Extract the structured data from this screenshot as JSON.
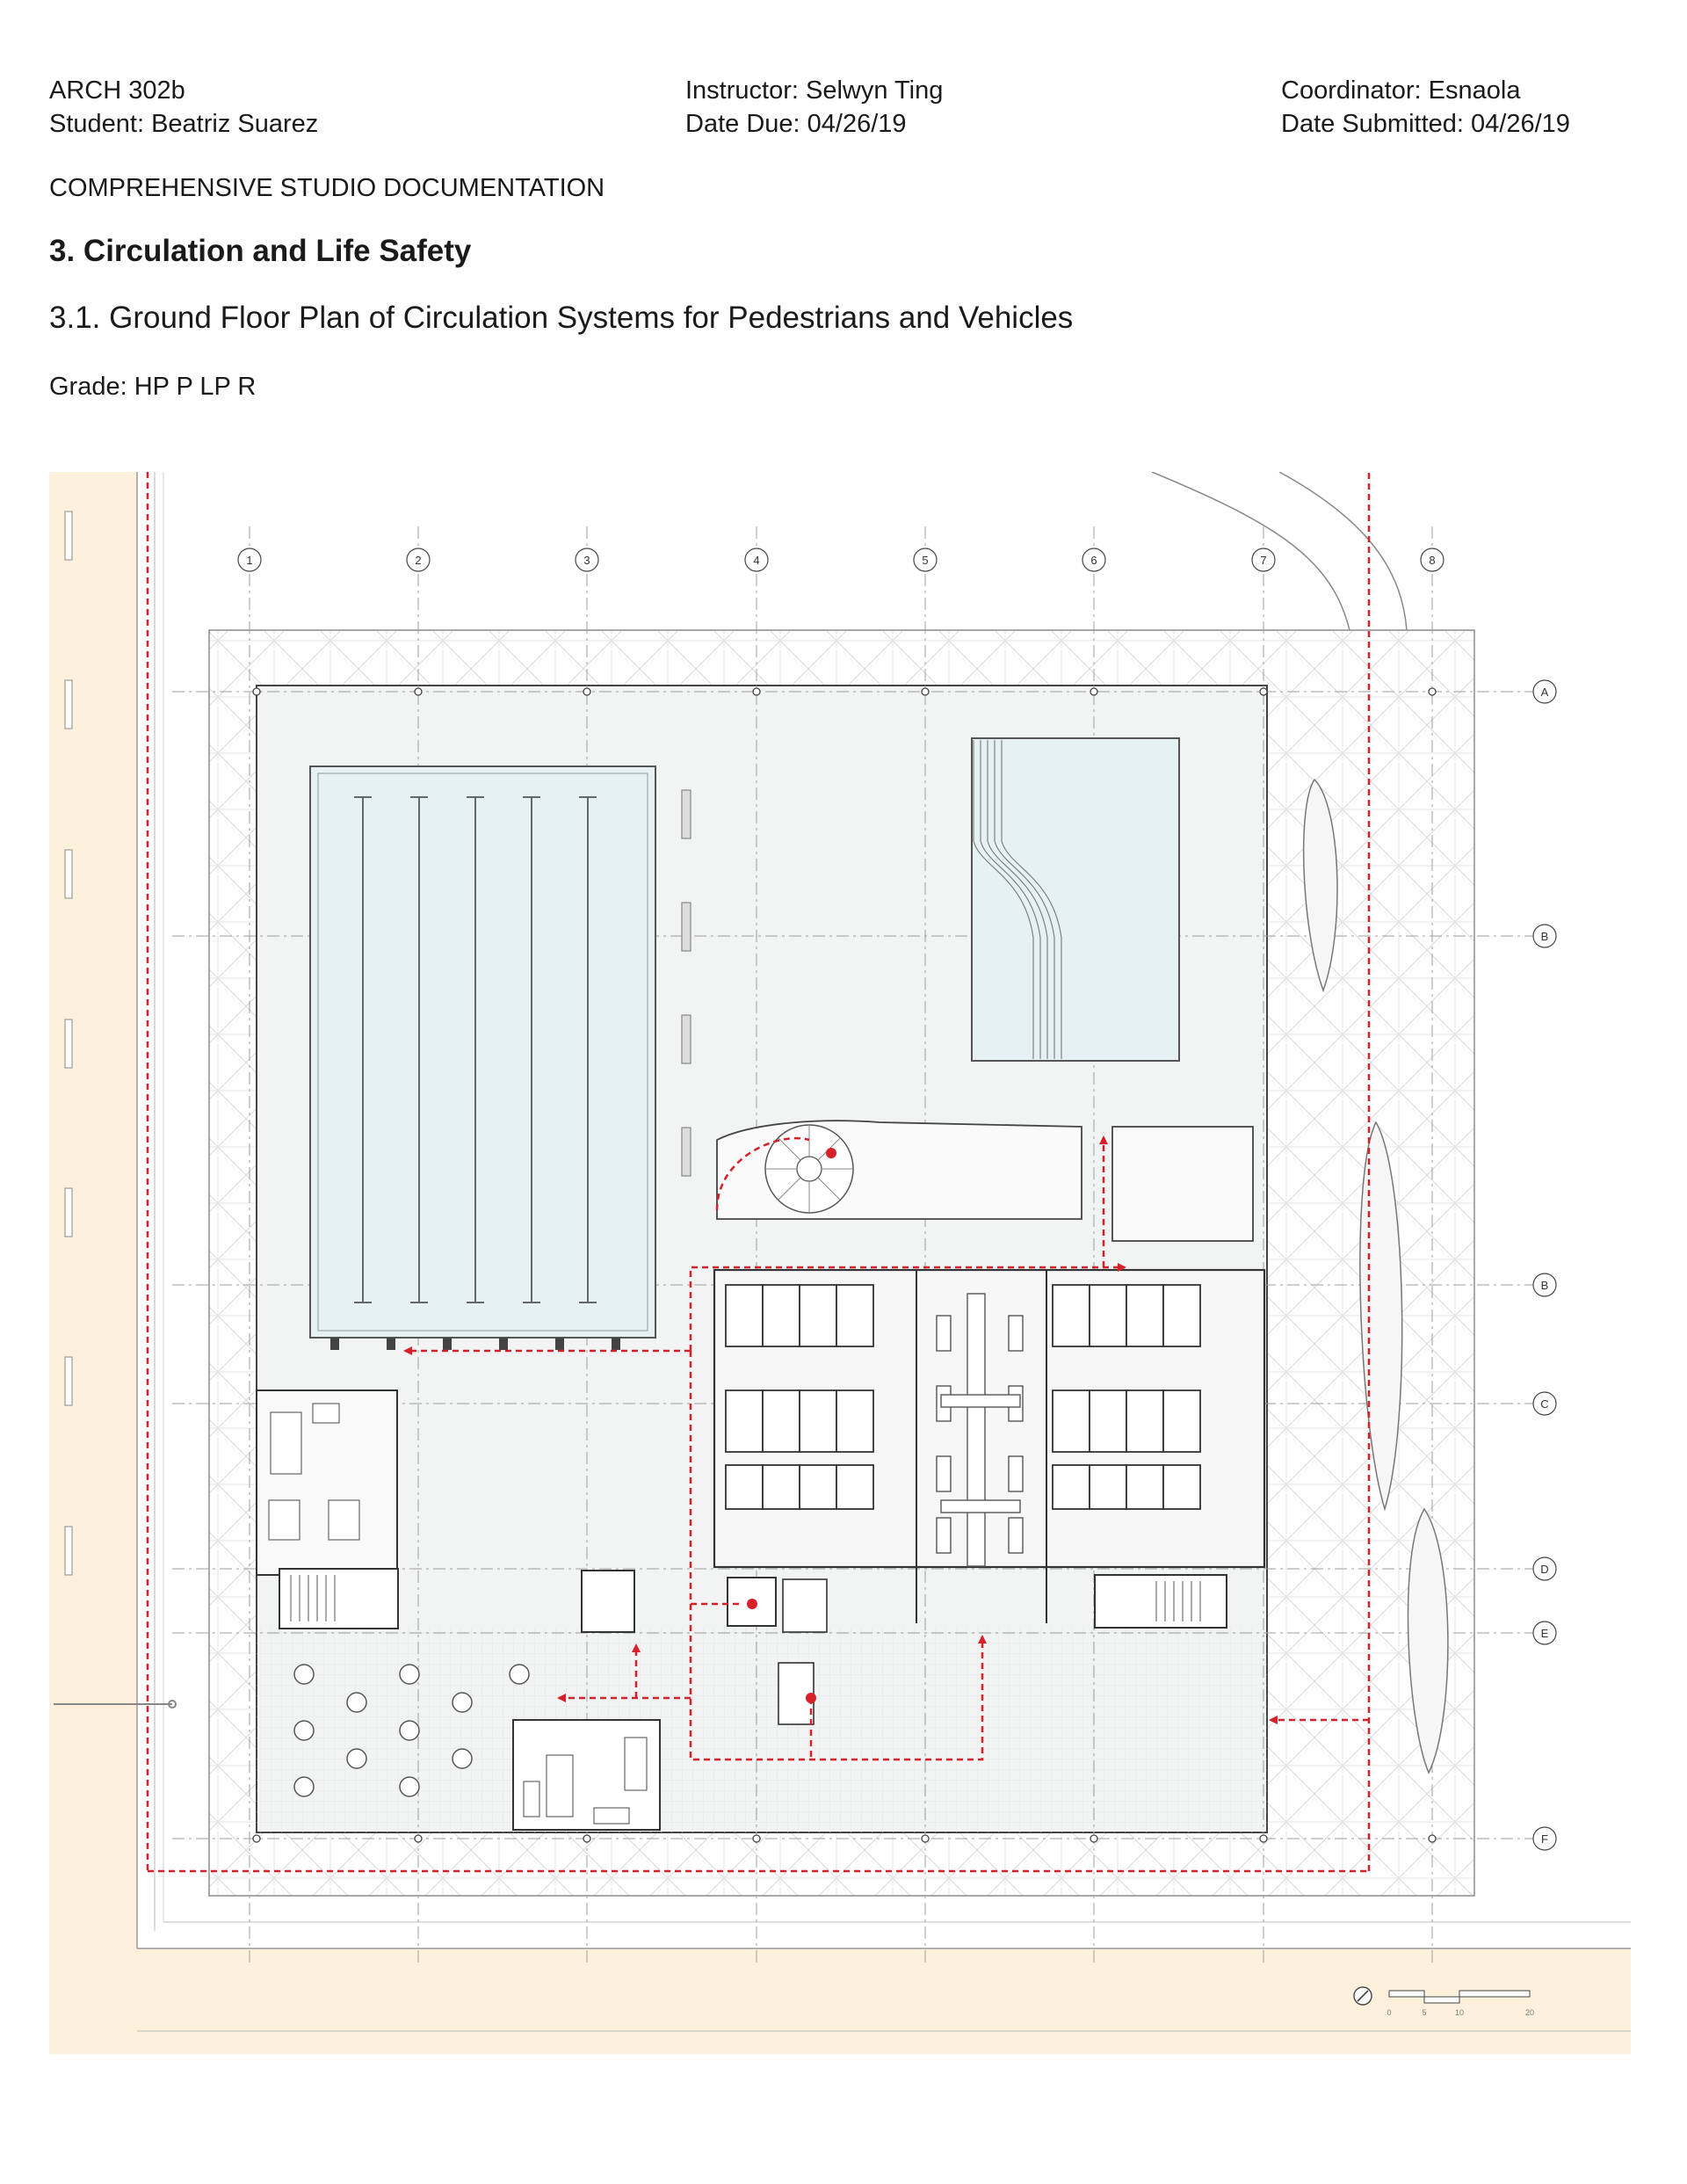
{
  "header": {
    "course": "ARCH 302b",
    "student": "Student:  Beatriz Suarez",
    "instructor": "Instructor:  Selwyn Ting",
    "date_due": "Date Due:  04/26/19",
    "coordinator": "Coordinator: Esnaola",
    "date_submitted": "Date Submitted: 04/26/19"
  },
  "doc_type": "COMPREHENSIVE STUDIO DOCUMENTATION",
  "section_title": "3. Circulation and Life Safety",
  "subsection_title": "3.1. Ground Floor Plan of Circulation Systems for Pedestrians and Vehicles",
  "grade": "Grade: HP P LP R",
  "plan": {
    "grid_columns": [
      "1",
      "2",
      "3",
      "4",
      "5",
      "6",
      "7",
      "8"
    ],
    "grid_rows": [
      "A",
      "B",
      "B",
      "C",
      "D",
      "E",
      "F"
    ],
    "scale_bar_labels": [
      "0",
      "5",
      "10",
      "20"
    ],
    "colors": {
      "circulation": "#d6202a",
      "site_band": "#fdf1dc",
      "line": "#555555",
      "pool": "#e6f1f3"
    }
  }
}
